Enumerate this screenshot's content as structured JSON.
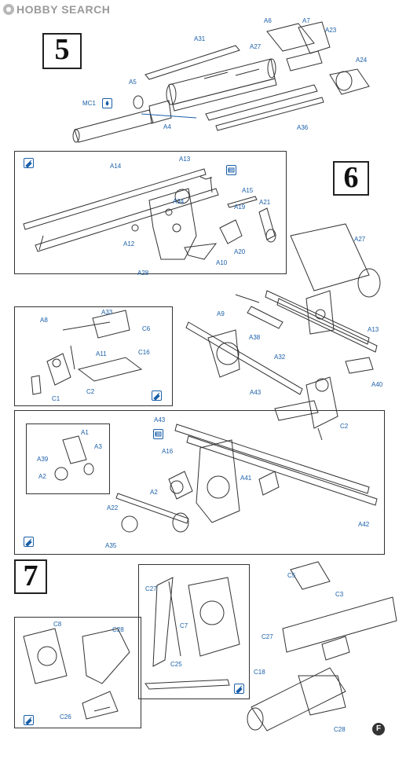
{
  "watermark": {
    "text": "HOBBY SEARCH"
  },
  "steps": {
    "s5": "5",
    "s6": "6",
    "s7": "7"
  },
  "badge": "F",
  "labels": {
    "A6": "A6",
    "A7": "A7",
    "A23": "A23",
    "A31": "A31",
    "A27a": "A27",
    "A24": "A24",
    "A5": "A5",
    "MC1": "MC1",
    "A4": "A4",
    "A36": "A36",
    "A14": "A14",
    "A13a": "A13",
    "A15": "A15",
    "A34": "A34",
    "A19": "A19",
    "A21": "A21",
    "A12": "A12",
    "A28": "A28",
    "A20": "A20",
    "A10": "A10",
    "A27b": "A27",
    "A9": "A9",
    "A38": "A38",
    "A32": "A32",
    "A13b": "A13",
    "A40": "A40",
    "A43a": "A43",
    "C2a": "C2",
    "A8": "A8",
    "A33": "A33",
    "C6": "C6",
    "A11": "A11",
    "C16": "C16",
    "C2b": "C2",
    "C1": "C1",
    "A43b": "A43",
    "A1": "A1",
    "A16": "A16",
    "A41": "A41",
    "A3": "A3",
    "A39": "A39",
    "A2a": "A2",
    "A2b": "A2",
    "A22": "A22",
    "A42": "A42",
    "A35": "A35",
    "C27a": "C27",
    "C7": "C7",
    "C25": "C25",
    "C5": "C5",
    "C3": "C3",
    "C27b": "C27",
    "C18": "C18",
    "C28a": "C28",
    "C8": "C8",
    "C28b": "C28",
    "C26": "C26"
  },
  "colors": {
    "label": "#1a5fa8",
    "line": "#333333",
    "accent": "#1a5fa8"
  },
  "icons": [
    "paint-brush-icon",
    "glue-drop-icon",
    "cement-icon"
  ]
}
